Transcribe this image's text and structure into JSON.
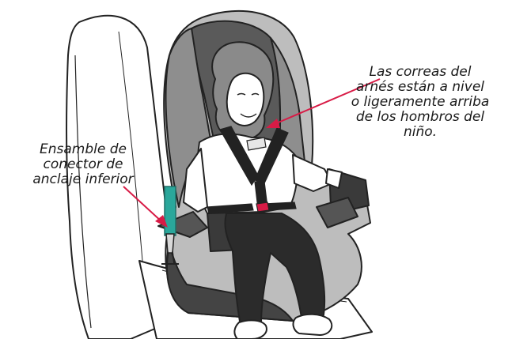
{
  "callouts": {
    "harness_straps": {
      "lines": [
        "Las correas del",
        "arnés están a nivel",
        "o ligeramente arriba",
        "de los hombros del",
        "niño."
      ]
    },
    "lower_anchor": {
      "lines": [
        "Ensamble de",
        "conector de",
        "anclaje inferior"
      ]
    }
  },
  "colors": {
    "leader_line": "#d81b46",
    "connector_strap": "#2aa79b",
    "seat_shell": "#bdbdbd",
    "seat_band": "#5a5a5a",
    "harness": "#222222",
    "pants": "#2b2b2b"
  },
  "icons": [
    "vehicle-seat",
    "car-seat",
    "child",
    "harness",
    "lower-anchor-connector"
  ]
}
